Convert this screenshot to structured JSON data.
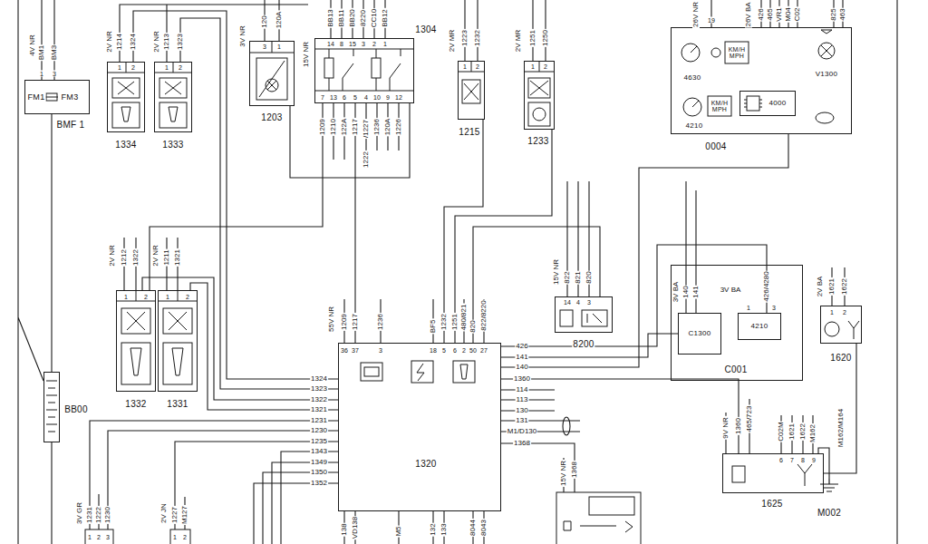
{
  "diagram": {
    "nodes": [
      {
        "text": [
          "FM1",
          "FM3",
          "BMF 1"
        ]
      },
      {
        "text": [
          "1334"
        ]
      },
      {
        "text": [
          "1333"
        ]
      },
      {
        "text": [
          "1203"
        ]
      },
      {
        "text": [
          "1304"
        ]
      },
      {
        "text": [
          "1215"
        ]
      },
      {
        "text": [
          "1233"
        ]
      },
      {
        "text": [
          "0004"
        ]
      },
      {
        "text": [
          "KM/H MPH",
          "4630"
        ],
        "in": 7
      },
      {
        "text": [
          "V1300"
        ],
        "in": 7
      },
      {
        "text": [
          "KM/H MPH",
          "4210"
        ],
        "in": 7
      },
      {
        "text": [
          "4000"
        ],
        "in": 7
      },
      {
        "text": [
          "8200"
        ]
      },
      {
        "text": [
          "C001"
        ]
      },
      {
        "text": [
          "C1300"
        ],
        "in": 13
      },
      {
        "text": [
          "4210"
        ],
        "in": 13
      },
      {
        "text": [
          "1620"
        ]
      },
      {
        "text": [
          "1332"
        ]
      },
      {
        "text": [
          "1331"
        ]
      },
      {
        "text": [
          "BB00"
        ]
      },
      {
        "text": [
          "1320"
        ]
      },
      {
        "text": [
          "1625"
        ]
      },
      {
        "text": [
          "M002"
        ]
      }
    ],
    "edges": [
      {
        "from": 0,
        "to": 19,
        "arrow": "none"
      },
      {
        "from": 1,
        "to": 20,
        "arrow": "none"
      },
      {
        "from": 2,
        "to": 20,
        "arrow": "none"
      },
      {
        "from": 17,
        "to": 20,
        "arrow": "none"
      },
      {
        "from": 18,
        "to": 20,
        "arrow": "none"
      },
      {
        "from": 3,
        "to": 4,
        "arrow": "none"
      },
      {
        "from": 4,
        "to": 20,
        "arrow": "none"
      },
      {
        "from": 5,
        "to": 20,
        "arrow": "none"
      },
      {
        "from": 6,
        "to": 20,
        "arrow": "none"
      },
      {
        "from": 12,
        "to": 20,
        "arrow": "none"
      },
      {
        "from": 14,
        "to": 20,
        "arrow": "none"
      },
      {
        "from": 15,
        "to": 20,
        "arrow": "none"
      },
      {
        "from": 21,
        "to": 20,
        "arrow": "none"
      },
      {
        "from": 16,
        "to": 21,
        "arrow": "none"
      },
      {
        "from": 22,
        "to": 21,
        "arrow": "none"
      },
      {
        "from": 7,
        "to": 20,
        "arrow": "none"
      },
      {
        "from": 4,
        "to": 17,
        "arrow": "none"
      }
    ],
    "labels": [
      "4V NR",
      "BM1",
      "BM3",
      "1",
      "3",
      "2V NR",
      "1214",
      "1324",
      "1",
      "2",
      "2V NR",
      "1213",
      "1323",
      "1",
      "2",
      "3V NR",
      "120",
      "120A",
      "3",
      "1",
      "15V NR",
      "BB13",
      "BB11",
      "BB20",
      "8220",
      "CC10",
      "BB12",
      "14",
      "8",
      "15",
      "3",
      "2",
      "1",
      "7",
      "13",
      "6",
      "5",
      "4",
      "10",
      "9",
      "12",
      "1209",
      "1210",
      "122A",
      "1217",
      "/1227",
      "1236",
      "120A",
      "1226",
      "1222",
      "2V MR",
      "1223",
      "1232",
      "1",
      "2",
      "2V MR",
      "1251",
      "1250",
      "1",
      "2",
      "26V NR",
      "19",
      "26V BA",
      "426",
      "465",
      "VR1",
      "M04",
      "C02",
      "825",
      "463",
      "15V NR",
      "822",
      "821",
      "820",
      "14",
      "4",
      "3",
      "3V BA",
      "140",
      "141",
      "3V BA",
      "426/4280",
      "1",
      "3",
      "2V BA",
      "1621",
      "1622",
      "1",
      "2",
      "2V NR",
      "1212",
      "1322",
      "1",
      "2",
      "2V NR",
      "1211",
      "1321",
      "1",
      "2",
      "55V NR",
      "1209",
      "1217",
      "1236",
      "BF5",
      "1232",
      "1251",
      "480/821",
      "820",
      "822/8220",
      "36",
      "37",
      "3",
      "18",
      "5",
      "6",
      "2",
      "50",
      "27",
      "1324",
      "1323",
      "1322",
      "1321",
      "1231",
      "1230",
      "1235",
      "1343",
      "1349",
      "1350",
      "1352",
      "426",
      "141",
      "140",
      "1360",
      "114",
      "113",
      "130",
      "131",
      "M1/D130",
      "1368",
      "138",
      "VD138",
      "M5",
      "132",
      "133",
      "8044",
      "8043",
      "15V NR",
      "1368",
      "9V NR",
      "1360",
      "465/723",
      "C02M",
      "1621",
      "1622",
      "M162",
      "6",
      "7",
      "8",
      "9",
      "M162/M164",
      "3V GR",
      "1231",
      "1222",
      "1230",
      "1",
      "2",
      "3",
      "2V JN",
      "1227",
      "M127",
      "1",
      "2"
    ]
  }
}
